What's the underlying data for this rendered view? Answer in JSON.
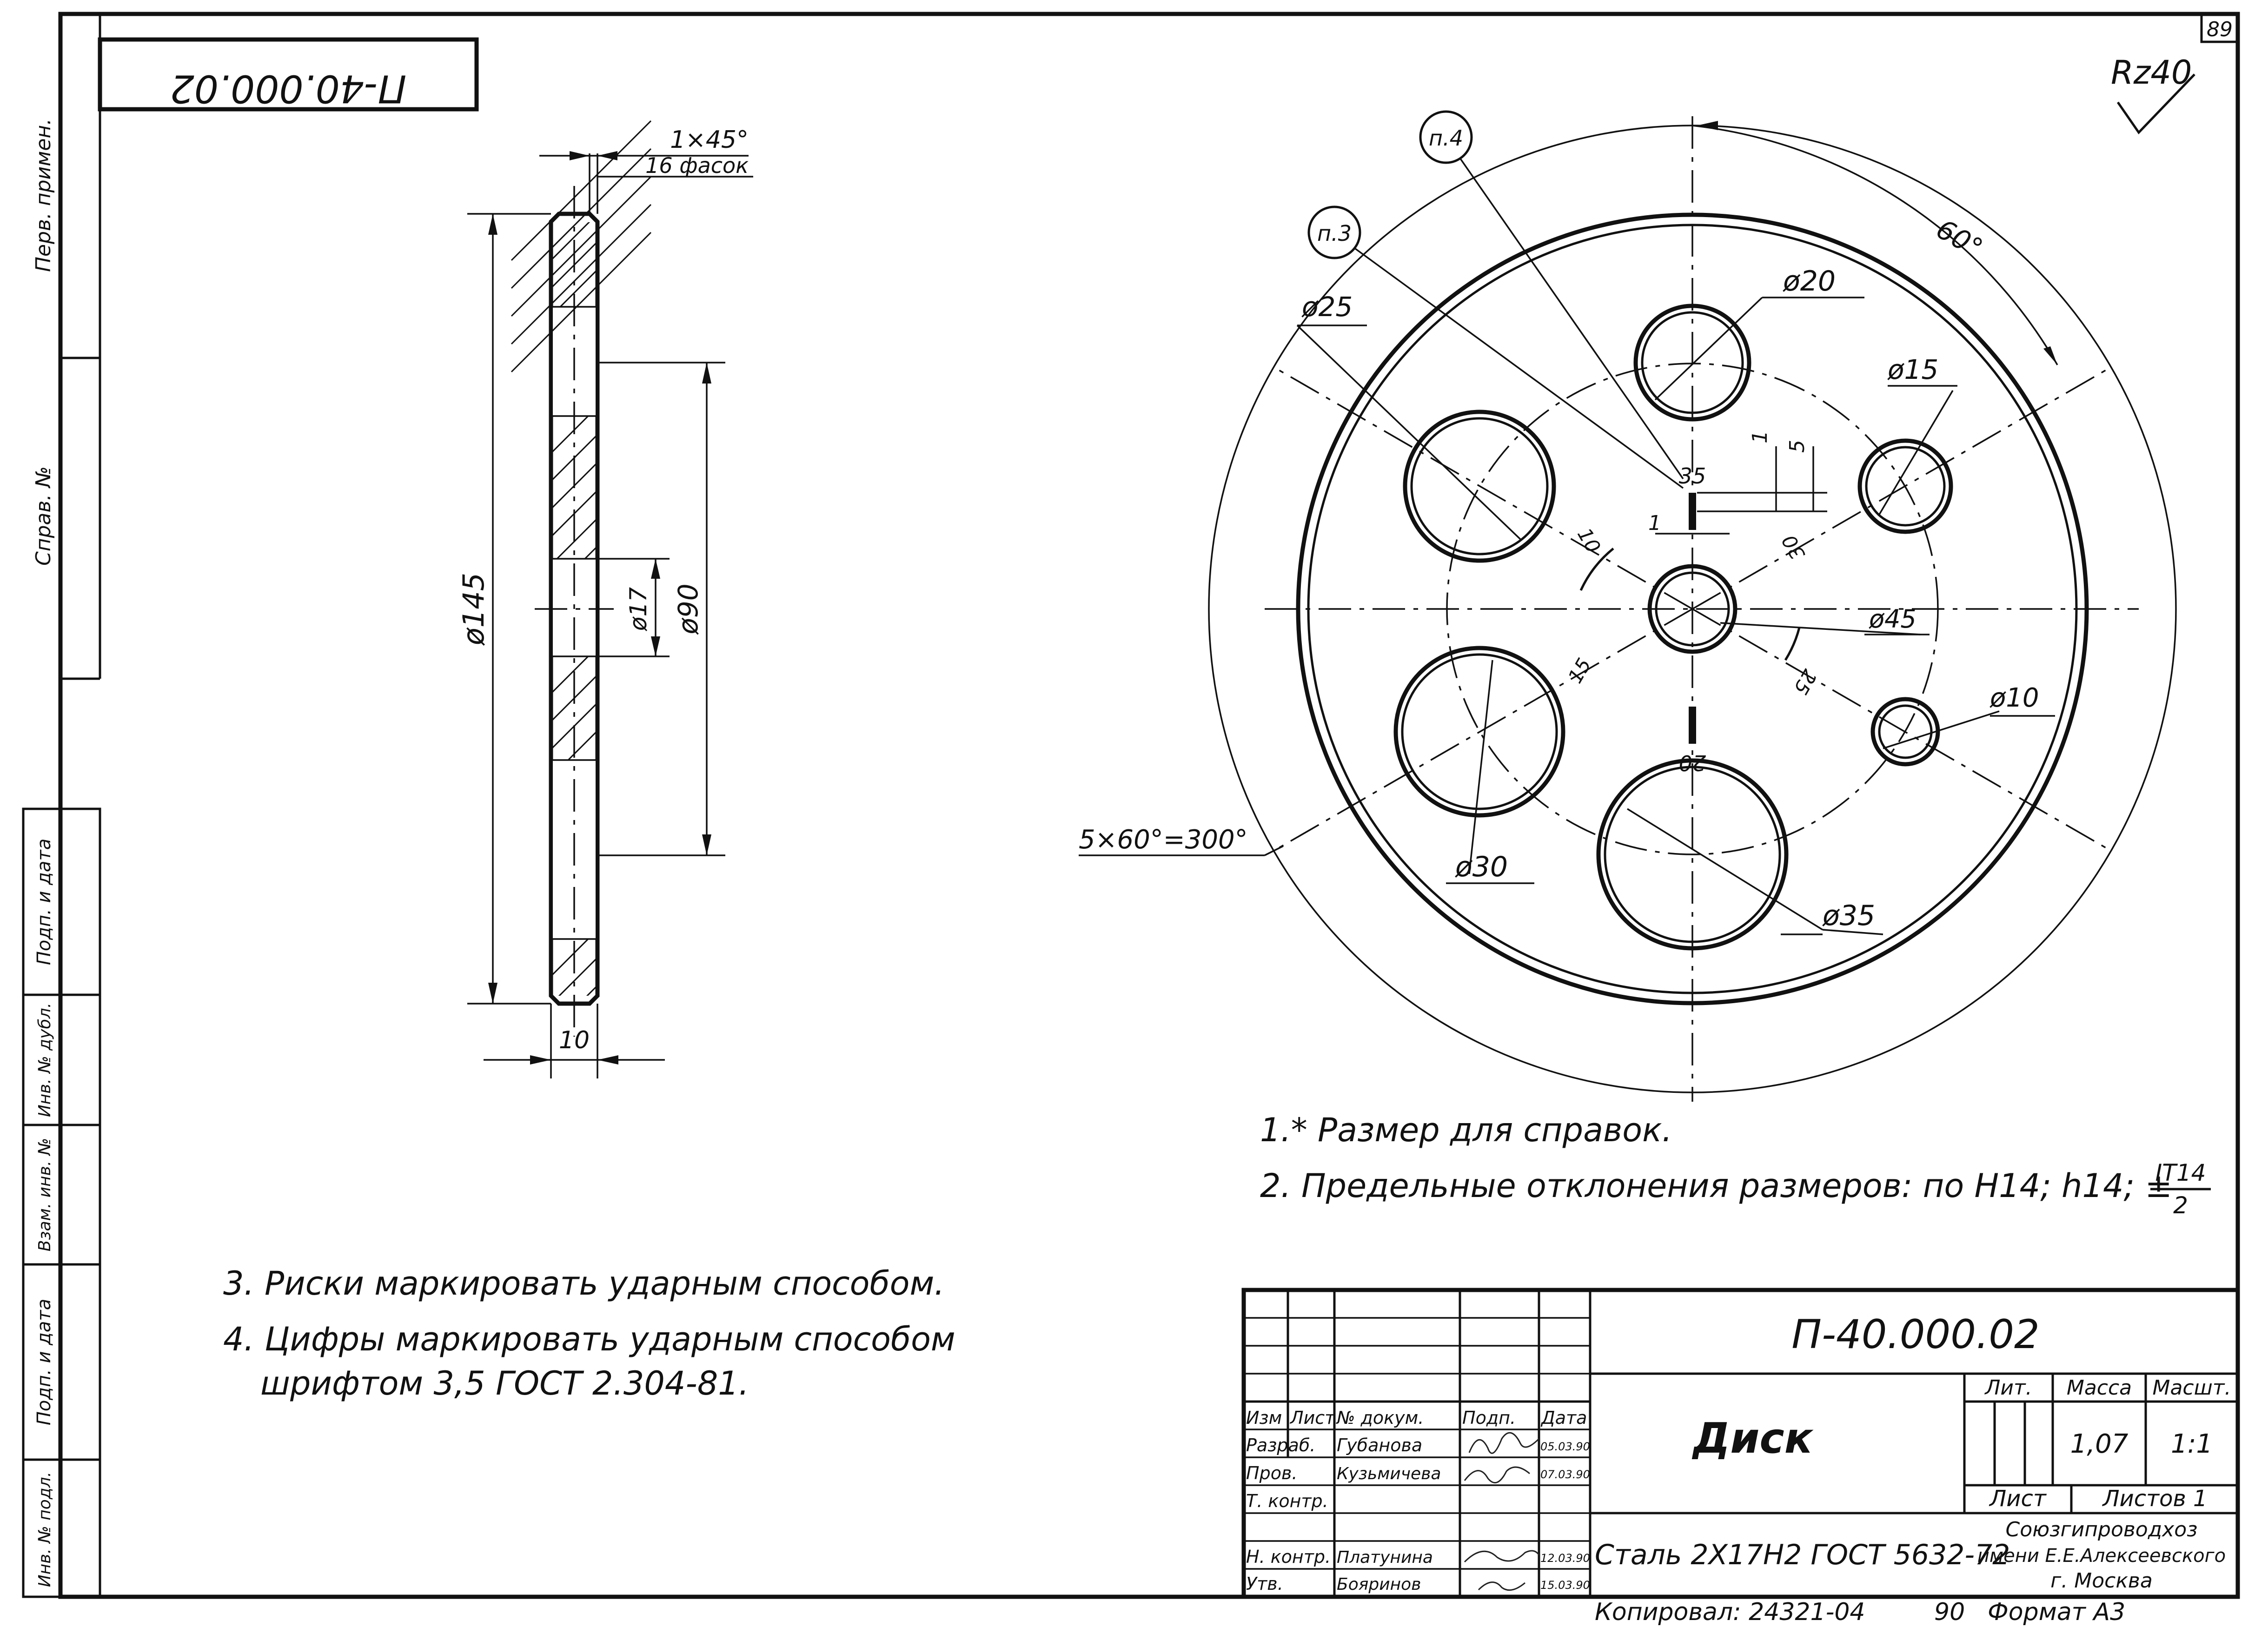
{
  "page_number": "89",
  "drawing_code": "П-40.000.02",
  "roughness": "Rz40",
  "left_strip": {
    "first_use": "Перв. примен.",
    "ref_no": "Справ. №",
    "sign_date_1": "Подп. и дата",
    "dup_inv": "Инв. № дубл.",
    "replace_inv": "Взам. инв. №",
    "sign_date_2": "Подп. и дата",
    "orig_inv": "Инв. № подл."
  },
  "side_view": {
    "chamfer": "1×45°",
    "chamfer_count": "16 фасок",
    "dia_outer": "ø145",
    "dia_bolt": "ø90",
    "dia_center": "ø17",
    "thickness": "10"
  },
  "front_view": {
    "callout_p3": "п.3",
    "callout_p4": "п.4",
    "angle_60": "60°",
    "angle_total": "5×60°=300°",
    "holes": [
      "ø20",
      "ø15",
      "ø10",
      "ø35",
      "ø30",
      "ø25"
    ],
    "center_hole": "ø45",
    "marks": [
      "35",
      "20",
      "15",
      "10",
      "25",
      "30"
    ],
    "mark_dims": [
      "1",
      "5",
      "1"
    ]
  },
  "notes_right": [
    "1.* Размер для справок.",
    "2. Предельные отклонения размеров: по H14; h14; ±"
  ],
  "tolerance_fraction": {
    "num": "IT14",
    "den": "2"
  },
  "notes_left": [
    "3. Риски маркировать ударным способом.",
    "4. Цифры маркировать ударным способом",
    "шрифтом 3,5 ГОСТ 2.304-81."
  ],
  "title_block": {
    "designation": "П-40.000.02",
    "name": "Диск",
    "material": "Сталь 2Х17Н2 ГОСТ 5632-72",
    "headers": {
      "izm": "Изм",
      "list": "Лист",
      "doc": "№ докум.",
      "sign": "Подп.",
      "date": "Дата"
    },
    "rows": [
      {
        "role": "Разраб.",
        "person": "Губанова",
        "date": "05.03.90"
      },
      {
        "role": "Пров.",
        "person": "Кузьмичева",
        "date": "07.03.90"
      },
      {
        "role": "Т. контр.",
        "person": "",
        "date": ""
      },
      {
        "role": "Н. контр.",
        "person": "Платунина",
        "date": "12.03.90"
      },
      {
        "role": "Утв.",
        "person": "Бояринов",
        "date": "15.03.90"
      }
    ],
    "lit_label": "Лит.",
    "mass_label": "Масса",
    "scale_label": "Масшт.",
    "mass": "1,07",
    "scale": "1:1",
    "sheet_label": "Лист",
    "sheets_label": "Листов 1",
    "org": [
      "Союзгипроводхоз",
      "имени Е.Е.Алексеевского",
      "г. Москва"
    ],
    "copied": "Копировал: 24321-04",
    "copied_num": "90",
    "format": "Формат А3"
  }
}
